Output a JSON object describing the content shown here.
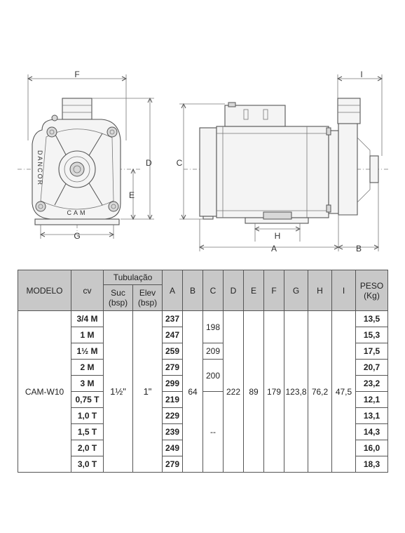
{
  "dimension_labels": {
    "F": "F",
    "I": "I",
    "D": "D",
    "C": "C",
    "E": "E",
    "G": "G",
    "H": "H",
    "A": "A",
    "B": "B"
  },
  "casting_text": {
    "brand": "DANCOR",
    "model": "CAM"
  },
  "table": {
    "headers": {
      "modelo": "MODELO",
      "cv": "cv",
      "tubulacao": "Tubulação",
      "suc": "Suc",
      "elev": "Elev",
      "bsp1": "(bsp)",
      "bsp2": "(bsp)",
      "A": "A",
      "B": "B",
      "C": "C",
      "D": "D",
      "E": "E",
      "F": "F",
      "G": "G",
      "H": "H",
      "I": "I",
      "peso": "PESO",
      "kg": "(Kg)"
    },
    "modelo": "CAM-W10",
    "suc": "1½\"",
    "elev": "1\"",
    "B": "64",
    "D": "222",
    "E": "89",
    "F": "179",
    "G": "123,8",
    "H": "76,2",
    "I": "47,5",
    "C": [
      "198",
      "209",
      "200",
      "--"
    ],
    "rows": [
      {
        "cv": "3/4 M",
        "A": "237",
        "peso": "13,5"
      },
      {
        "cv": "1 M",
        "A": "247",
        "peso": "15,3"
      },
      {
        "cv": "1½ M",
        "A": "259",
        "peso": "17,5"
      },
      {
        "cv": "2 M",
        "A": "279",
        "peso": "20,7"
      },
      {
        "cv": "3 M",
        "A": "299",
        "peso": "23,2"
      },
      {
        "cv": "0,75 T",
        "A": "219",
        "peso": "12,1"
      },
      {
        "cv": "1,0 T",
        "A": "229",
        "peso": "13,1"
      },
      {
        "cv": "1,5 T",
        "A": "239",
        "peso": "14,3"
      },
      {
        "cv": "2,0 T",
        "A": "249",
        "peso": "16,0"
      },
      {
        "cv": "3,0 T",
        "A": "279",
        "peso": "18,3"
      }
    ]
  }
}
